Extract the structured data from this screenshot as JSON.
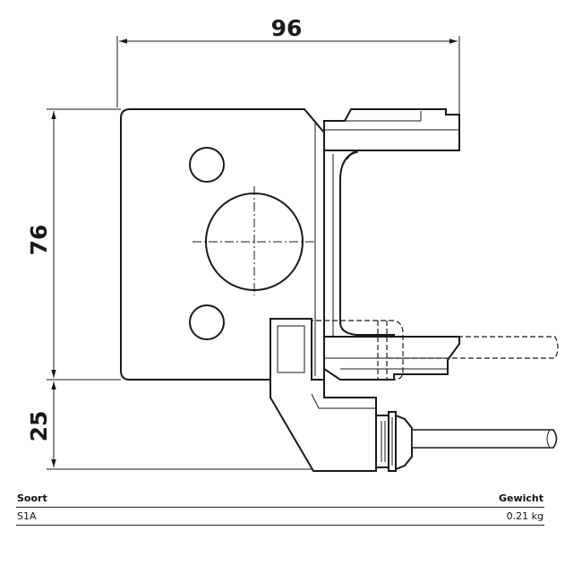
{
  "dimensions": {
    "width": "96",
    "height_top": "76",
    "height_bottom": "25"
  },
  "table": {
    "headers": [
      "Soort",
      "Gewicht"
    ],
    "rows": [
      [
        "S1A",
        "0.21 kg"
      ]
    ]
  }
}
